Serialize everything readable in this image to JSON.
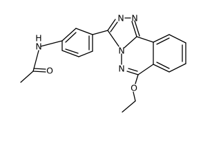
{
  "molecule": {
    "atom_labels": {
      "amide_nitrogen": "N",
      "amide_hydrogen": "H",
      "carbonyl_oxygen": "O",
      "triazole_n1": "N",
      "triazole_n2": "N",
      "bridgehead_nitrogen": "N",
      "ring_nitrogen": "N",
      "ether_oxygen": "O"
    },
    "colors": {
      "bond": "#000000",
      "label": "#000000",
      "background": "#ffffff"
    }
  }
}
